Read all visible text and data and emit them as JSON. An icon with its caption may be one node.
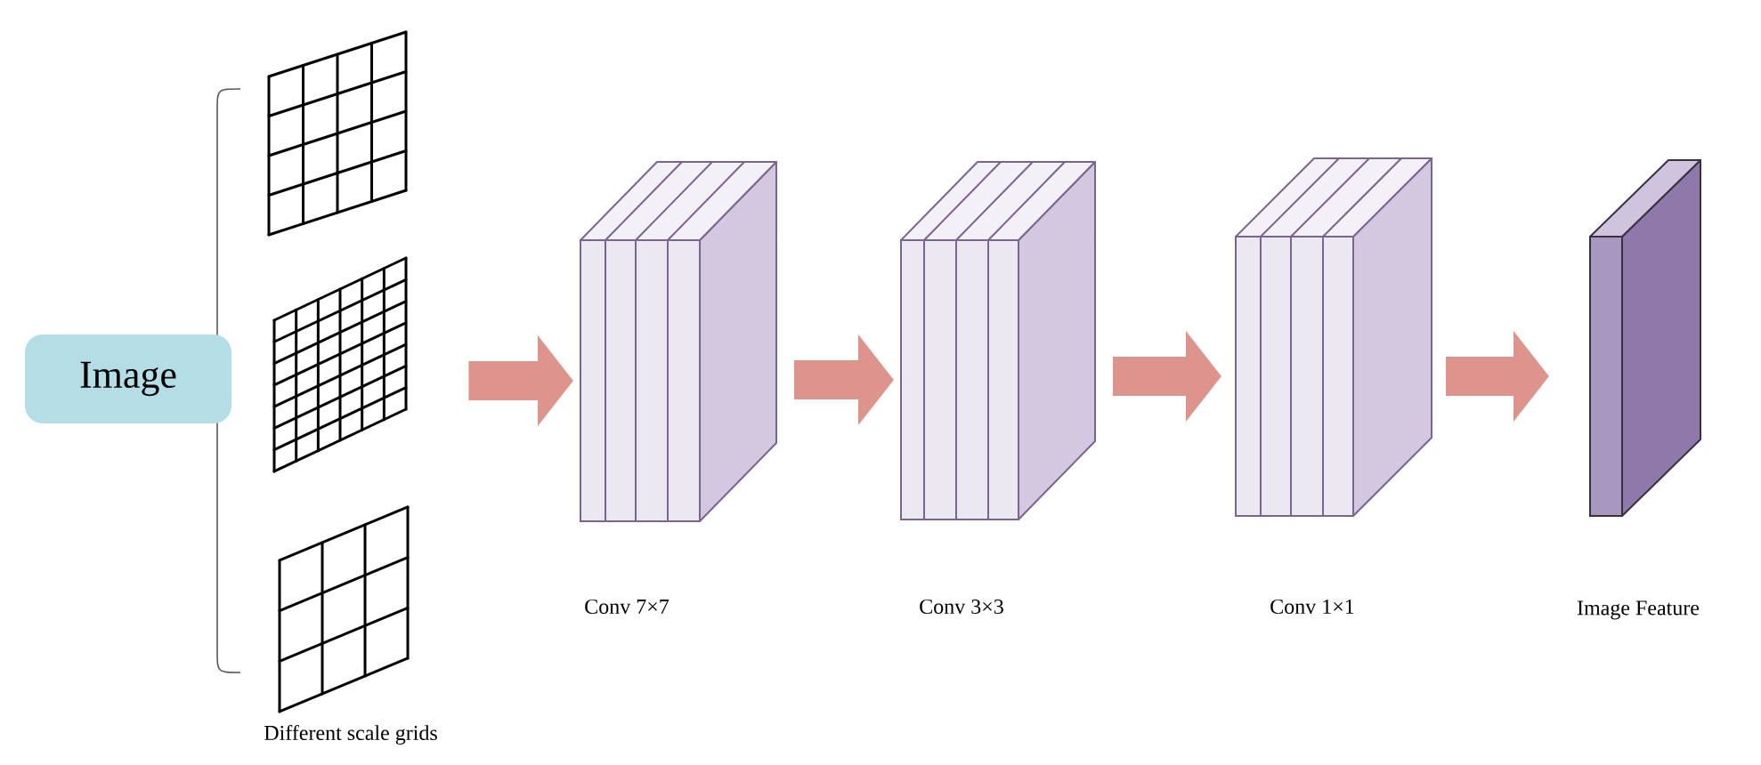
{
  "diagram": {
    "nodes": [
      {
        "text": [
          "Image"
        ]
      },
      {
        "text": [],
        "shape": "grid"
      },
      {
        "text": [],
        "shape": "grid"
      },
      {
        "text": [],
        "shape": "grid"
      },
      {
        "text": [],
        "shape": "box",
        "beside": [
          "Conv 7×7"
        ]
      },
      {
        "text": [],
        "shape": "box",
        "beside": [
          "Conv 3×3"
        ]
      },
      {
        "text": [],
        "shape": "box",
        "beside": [
          "Conv 1×1"
        ]
      },
      {
        "text": [],
        "shape": "box",
        "beside": [
          "Image Feature"
        ]
      }
    ],
    "edges": [
      {
        "from": 2,
        "to": 4,
        "arrow": "to"
      },
      {
        "from": 4,
        "to": 5,
        "arrow": "to"
      },
      {
        "from": 5,
        "to": 6,
        "arrow": "to"
      },
      {
        "from": 6,
        "to": 7,
        "arrow": "to"
      }
    ],
    "labels": [
      "Different scale grids"
    ]
  }
}
